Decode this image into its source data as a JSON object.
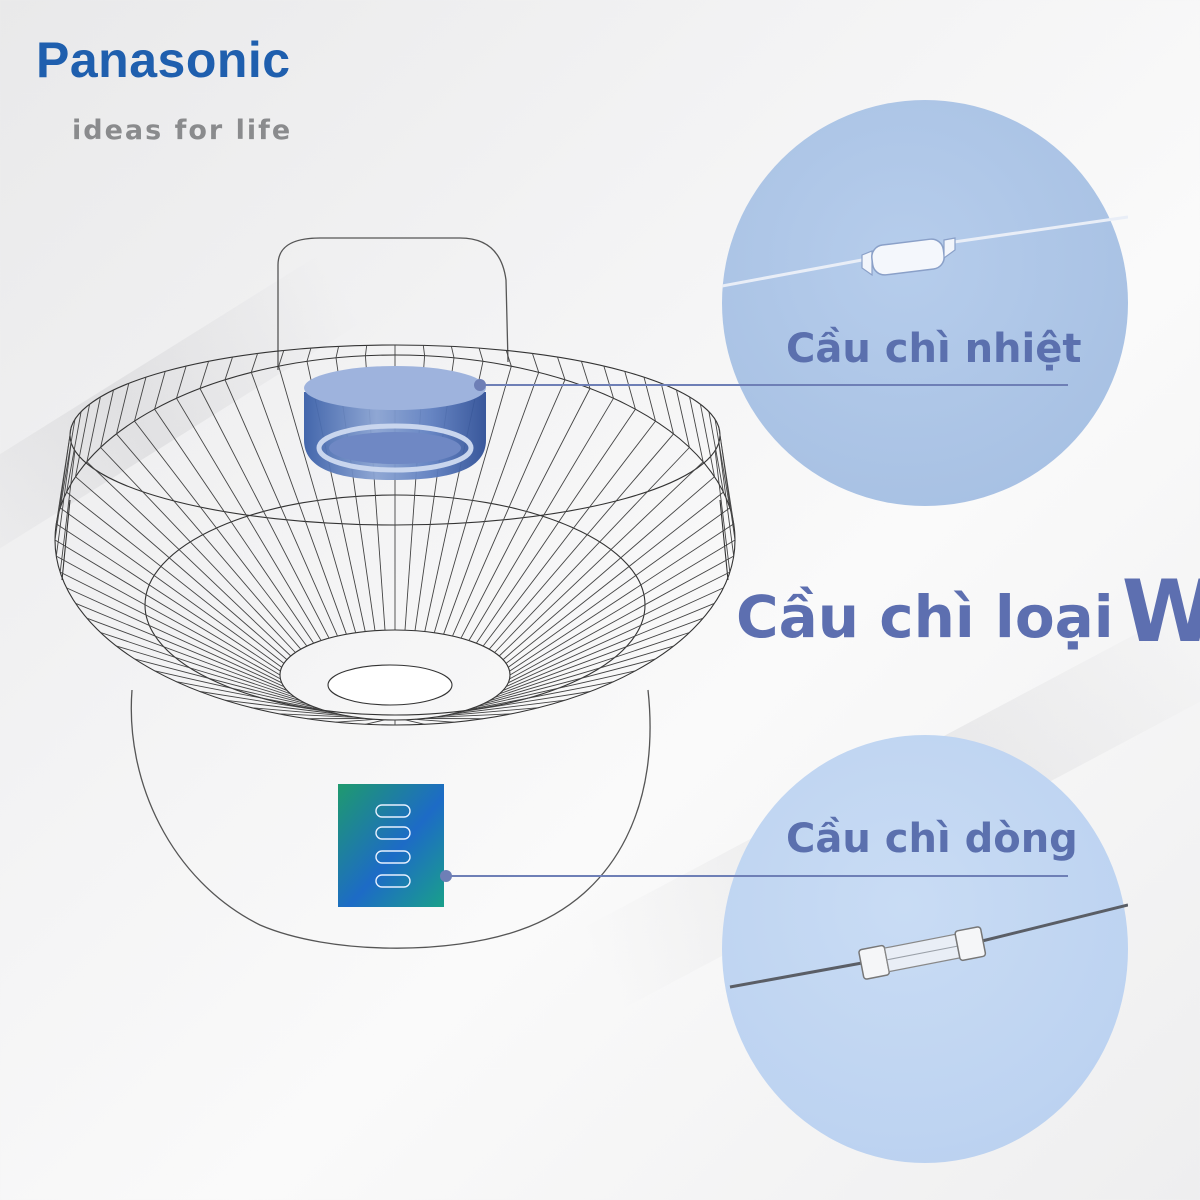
{
  "brand": {
    "name": "Panasonic",
    "tagline": "ideas for life",
    "color": "#1f5fae"
  },
  "callouts": {
    "thermal_fuse": {
      "label": "Cầu chì nhiệt",
      "icon": "thermal-fuse-icon"
    },
    "current_fuse": {
      "label": "Cầu chì dòng",
      "icon": "glass-fuse-icon"
    }
  },
  "title": {
    "text": "Cầu chì loại",
    "emphasis": "W"
  },
  "colors": {
    "accent": "#5b70ae",
    "circle_top": "#a9c2e4",
    "circle_bottom": "#bdd3f1"
  }
}
